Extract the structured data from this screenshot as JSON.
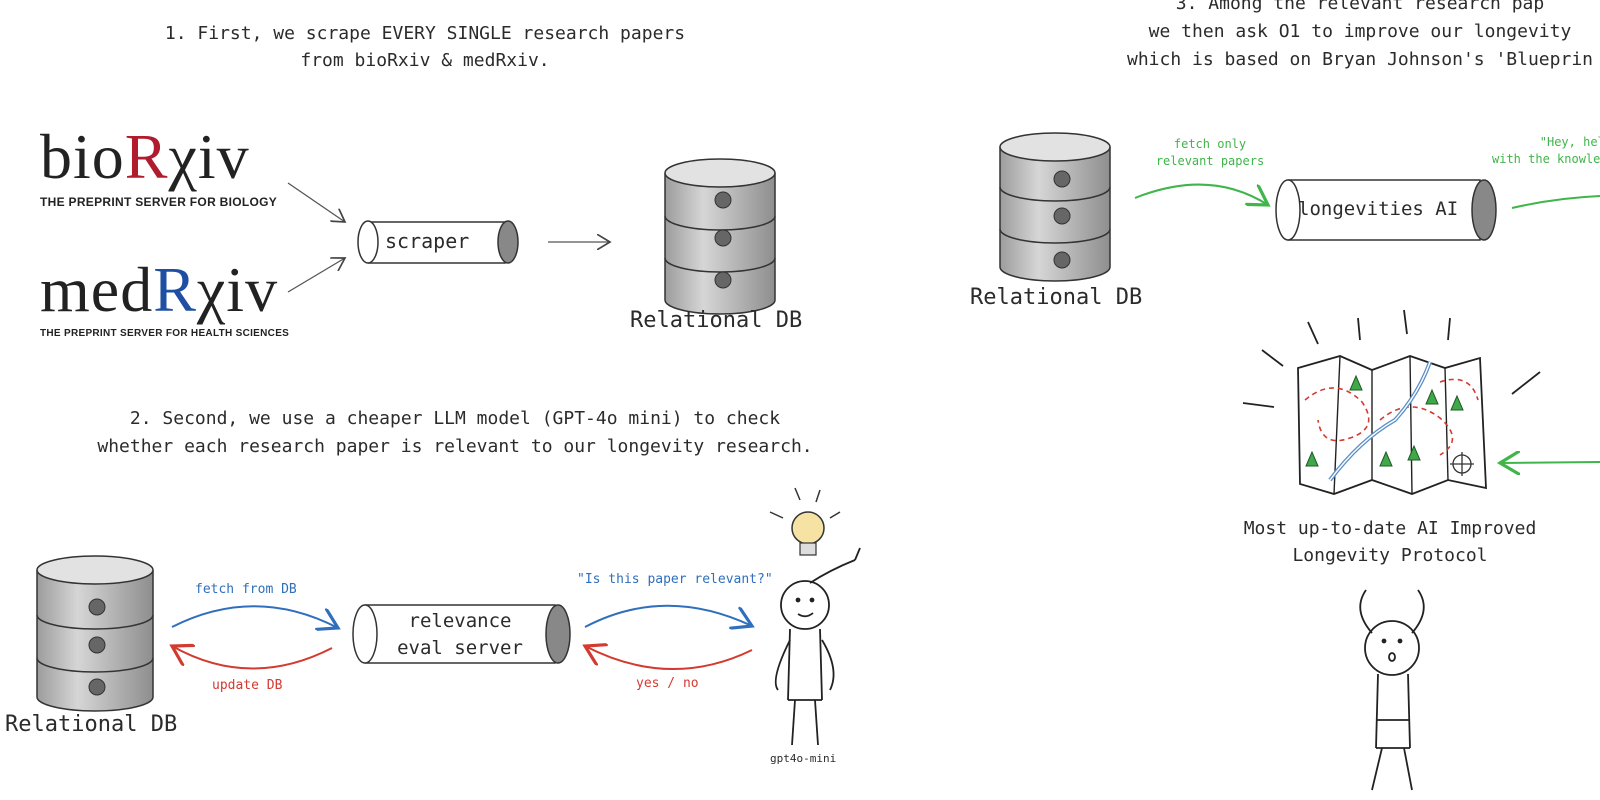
{
  "step1": {
    "title_line1": "1. First, we scrape EVERY SINGLE research papers",
    "title_line2": "from bioRxiv & medRxiv."
  },
  "logos": {
    "biorxiv": {
      "pre": "bio",
      "r": "R",
      "post": "χiv",
      "subtitle": "THE PREPRINT SERVER FOR BIOLOGY",
      "r_color": "#b01c2e"
    },
    "medrxiv": {
      "pre": "med",
      "r": "R",
      "post": "χiv",
      "subtitle": "THE PREPRINT SERVER FOR HEALTH SCIENCES",
      "r_color": "#1e4fa3"
    }
  },
  "scraper_label": "scraper",
  "db_label_1": "Relational DB",
  "step2": {
    "title_line1": "2. Second, we use a cheaper LLM model (GPT-4o mini) to check",
    "title_line2": "whether each research paper is relevant to our longevity research."
  },
  "db_label_2": "Relational DB",
  "fetch_from_db": "fetch from DB",
  "update_db": "update DB",
  "relevance_line1": "relevance",
  "relevance_line2": "eval server",
  "question": "\"Is this paper relevant?\"",
  "yes_no": "yes / no",
  "gpt_label": "gpt4o-mini",
  "step3": {
    "title_line1": "3. Among the relevant research pap",
    "title_line2": "we then ask O1 to improve our longevity",
    "title_line3": "which is based on Bryan Johnson's 'Blueprin"
  },
  "db_label_3": "Relational DB",
  "fetch_only_line1": "fetch only",
  "fetch_only_line2": "relevant papers",
  "longevities_label": "longevities AI",
  "hey_line1": "\"Hey, help",
  "hey_line2": "with the knowledge",
  "protocol_line1": "Most up-to-date AI Improved",
  "protocol_line2": "Longevity Protocol",
  "colors": {
    "blue": "#2f6fbd",
    "red": "#d33a30",
    "green": "#3fb54a",
    "cylinder": "#b8b8b8"
  }
}
